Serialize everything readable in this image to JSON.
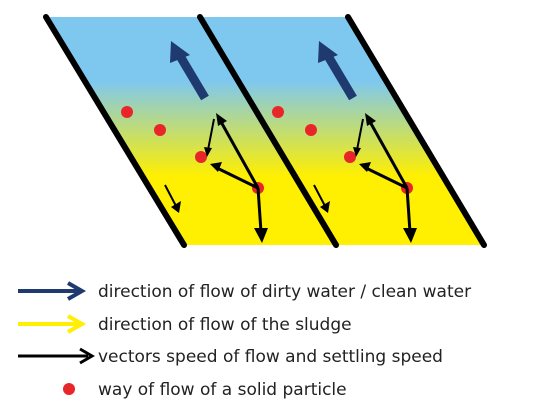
{
  "colors": {
    "water_top": "#7ec8f0",
    "water_bottom": "#ffef00",
    "dirty_water_arrow": "#1f3a6e",
    "sludge_arrow": "#ffef00",
    "vector_arrow": "#000000",
    "particle": "#e8262a",
    "plate": "#000000"
  },
  "legend": [
    {
      "icon": "blue-arrow-icon",
      "text": "direction of flow of dirty water / clean water"
    },
    {
      "icon": "yellow-arrow-icon",
      "text": "direction of flow of the sludge"
    },
    {
      "icon": "black-arrow-icon",
      "text": "vectors speed of flow and settling speed"
    },
    {
      "icon": "red-dot-icon",
      "text": "way of flow of a solid particle"
    }
  ]
}
